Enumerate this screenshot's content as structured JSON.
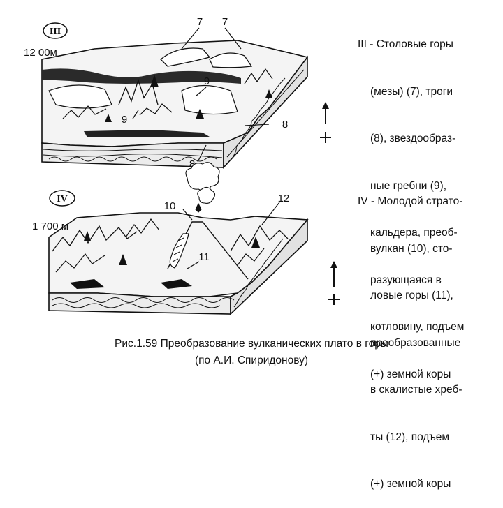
{
  "block_iii": {
    "numeral": "III",
    "elevation": "12 00м",
    "labels": {
      "seven_a": "7",
      "seven_b": "7",
      "nine_a": "9",
      "nine_b": "9",
      "eight_a": "8",
      "eight_b": "8"
    }
  },
  "block_iv": {
    "numeral": "IV",
    "elevation": "1 700 м",
    "labels": {
      "ten": "10",
      "twelve": "12",
      "eleven": "11"
    }
  },
  "desc_iii": {
    "lines": [
      "III - Столовые горы",
      "(мезы) (7), троги",
      "(8), звездообраз-",
      "ные гребни (9),",
      "кальдера, преоб-",
      "разующаяся в",
      "котловину, подъем",
      "(+) земной коры"
    ]
  },
  "desc_iv": {
    "lines": [
      "IV - Молодой страто-",
      "вулкан (10), сто-",
      "ловые горы (11),",
      "преобразованные",
      "в скалистые хреб-",
      "ты (12), подъем",
      "(+) земной коры"
    ]
  },
  "caption": {
    "line1": "Рис.1.59 Преобразование вулканических плато в горы",
    "line2": "(по А.И. Спиридонову)"
  }
}
